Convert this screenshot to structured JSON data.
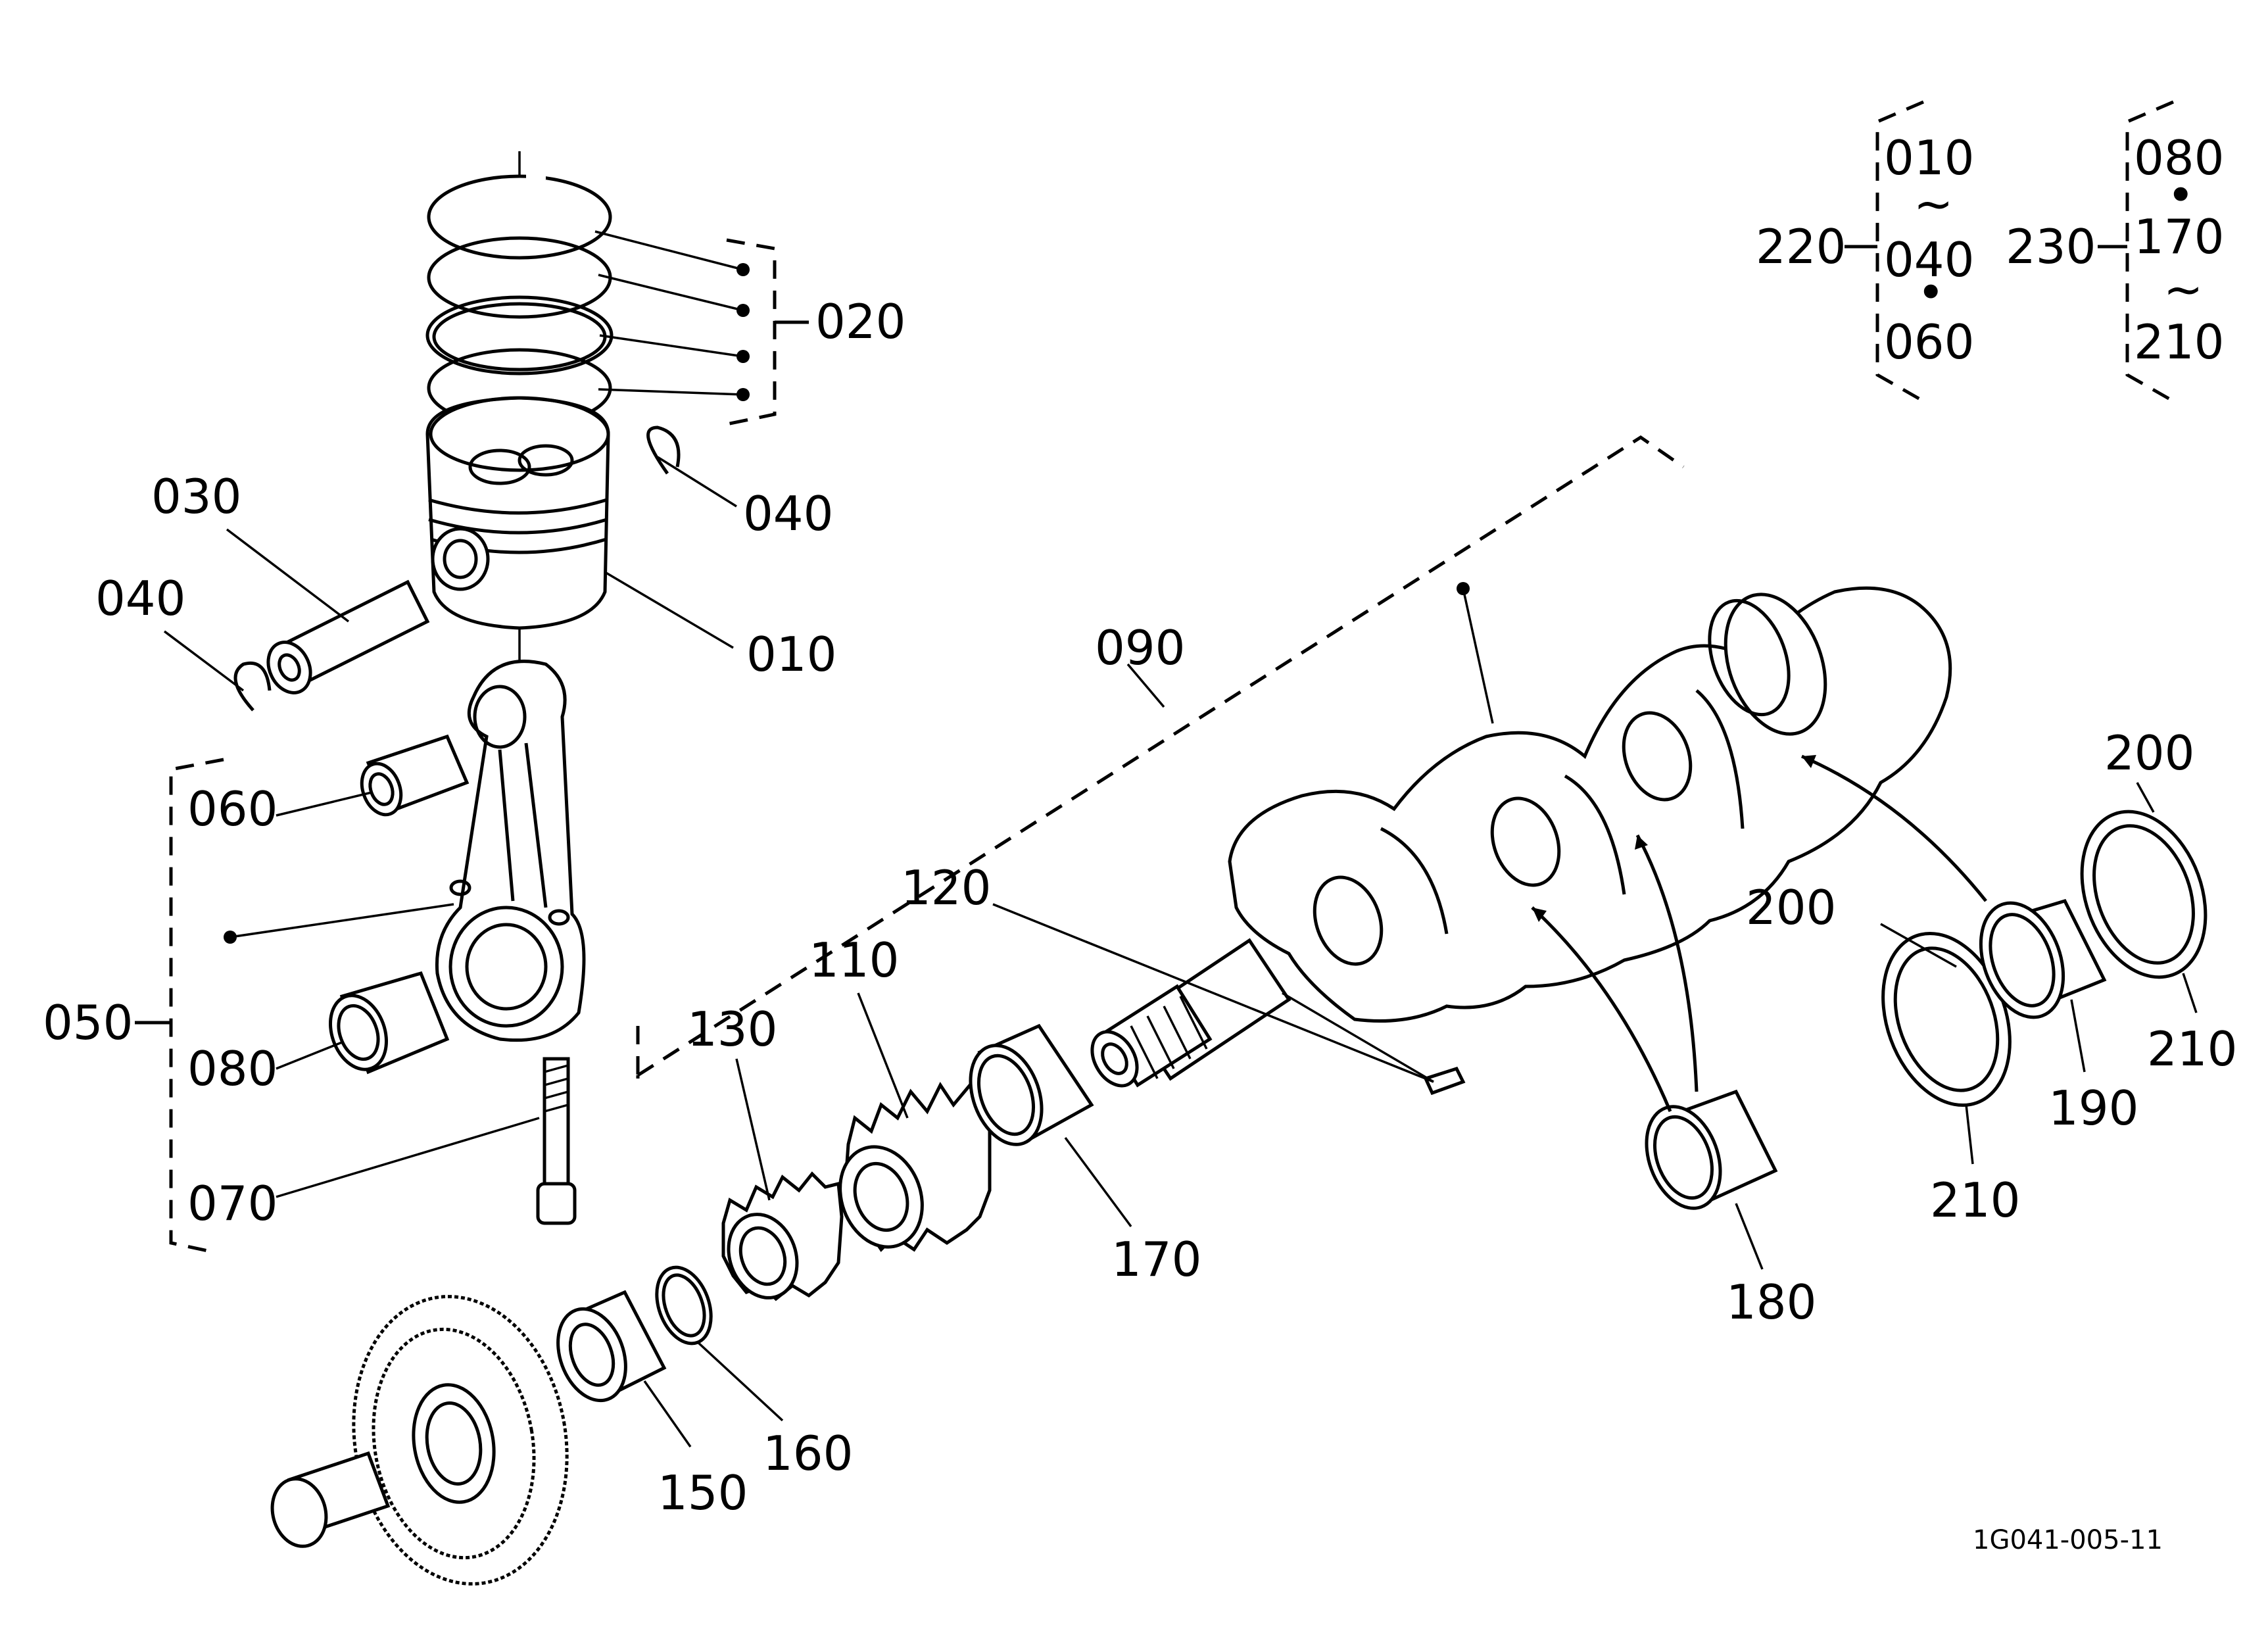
{
  "labels": {
    "p010": "010",
    "p020": "020",
    "p030": "030",
    "p040a": "040",
    "p040b": "040",
    "p050": "050",
    "p060": "060",
    "p070": "070",
    "p080": "080",
    "p090": "090",
    "p110": "110",
    "p120": "120",
    "p130": "130",
    "p150": "150",
    "p160": "160",
    "p170": "170",
    "p180": "180",
    "p190": "190",
    "p200a": "200",
    "p200b": "200",
    "p210a": "210",
    "p210b": "210"
  },
  "sets": {
    "set220": {
      "number": "220",
      "rows": [
        "010",
        "~",
        "040",
        "•",
        "060"
      ]
    },
    "set230": {
      "number": "230",
      "rows": [
        "080",
        "•",
        "170",
        "~",
        "210"
      ]
    }
  },
  "drawing_number": "1G041-005-11"
}
